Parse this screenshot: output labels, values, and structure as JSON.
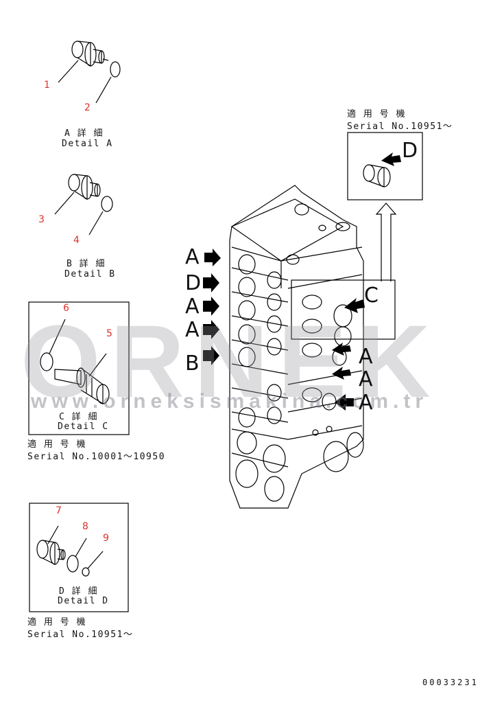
{
  "callouts": [
    "1",
    "2",
    "3",
    "4",
    "5",
    "6",
    "7",
    "8",
    "9"
  ],
  "details": {
    "a": {
      "jp": "A 詳 細",
      "en": "Detail A"
    },
    "b": {
      "jp": "B 詳 細",
      "en": "Detail B"
    },
    "c": {
      "jp": "C 詳 細",
      "en": "Detail C"
    },
    "d": {
      "jp": "D 詳 細",
      "en": "Detail D"
    }
  },
  "serials": {
    "top_right": {
      "jp": "適 用 号 機",
      "serial": "Serial No.10951～"
    },
    "detail_c": {
      "jp": "適 用 号 機",
      "serial": "Serial No.10001～10950"
    },
    "detail_d": {
      "jp": "適 用 号 機",
      "serial": "Serial No.10951～"
    }
  },
  "view_letters_left": [
    "A",
    "D",
    "A",
    "A",
    "B"
  ],
  "view_letters_right": [
    "A",
    "A",
    "A"
  ],
  "box_letters": {
    "c": "C",
    "d": "D"
  },
  "watermark": {
    "brand": "ORNEK",
    "url": "www.orneksismakina.com.tr"
  },
  "drawing_number": "00033231",
  "colors": {
    "callout": "#e0302a",
    "line": "#000000",
    "watermark": "#9696a0"
  }
}
